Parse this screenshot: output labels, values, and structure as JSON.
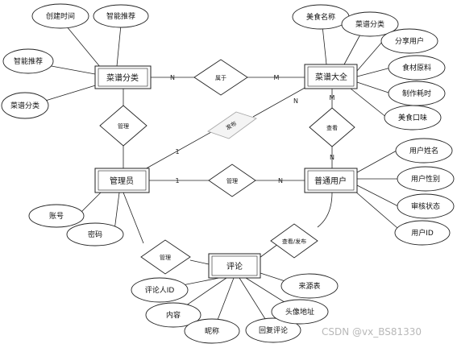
{
  "entities": {
    "recipe_category": "菜谱分类",
    "recipe_collection": "菜谱大全",
    "admin": "管理员",
    "normal_user": "普通用户",
    "comment": "评论"
  },
  "relationships": {
    "belongs_to": "属于",
    "admin_manages_category": "管理",
    "publish": "发布",
    "view": "查看",
    "admin_manages_user": "管理",
    "view_publish": "查看/发布",
    "admin_manages_comment": "管理"
  },
  "attributes": {
    "recipe_category": [
      "创建时间",
      "智能推荐",
      "智能推荐",
      "菜谱分类"
    ],
    "recipe_collection": [
      "美食名称",
      "菜谱分类",
      "分享用户",
      "食材原料",
      "制作耗时",
      "美食口味"
    ],
    "normal_user": [
      "用户姓名",
      "用户性别",
      "审核状态",
      "用户ID"
    ],
    "admin": [
      "账号",
      "密码"
    ],
    "comment": [
      "评论人ID",
      "内容",
      "昵称",
      "回复评论",
      "头像地址",
      "来源表"
    ]
  },
  "cardinalities": {
    "category_belongs_n": "N",
    "collection_belongs_m": "M",
    "admin_publish_1": "1",
    "publish_collection_n": "N",
    "collection_view_m": "M",
    "user_view_n": "N",
    "admin_user_1": "1",
    "user_admin_n": "N"
  },
  "watermark": "CSDN @vx_BS81330"
}
